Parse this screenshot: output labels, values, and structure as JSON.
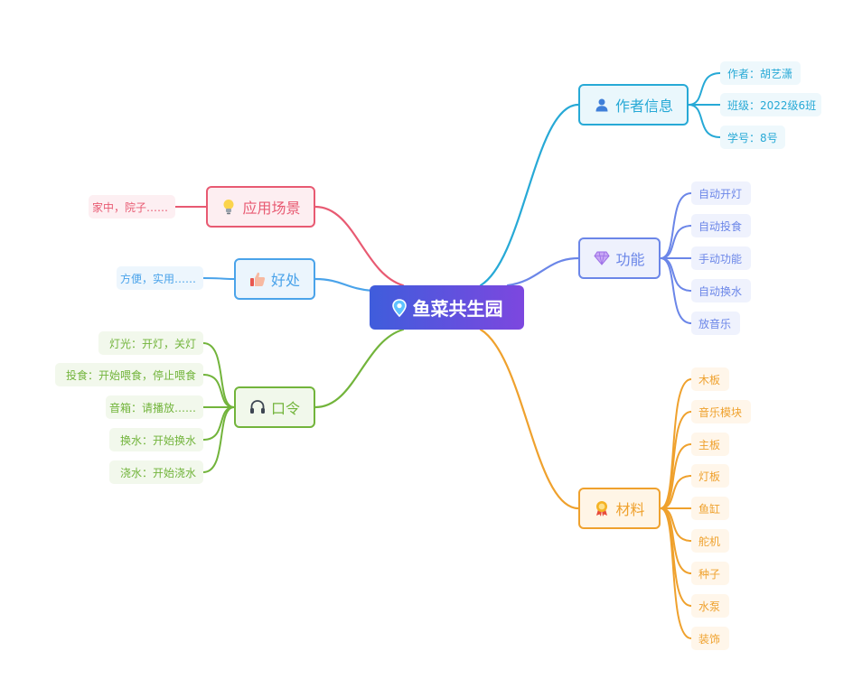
{
  "root": {
    "label": "鱼菜共生园",
    "icon": "location-pin-icon"
  },
  "branches": [
    {
      "key": "author",
      "label": "作者信息",
      "icon": "user-icon",
      "side": "right",
      "color": "#27a9d6",
      "fill": "#eaf7fc",
      "leaf_fill": "#eef8fc",
      "leaves": [
        "作者：胡艺潇",
        "班级：2022级6班",
        "学号：8号"
      ]
    },
    {
      "key": "function",
      "label": "功能",
      "icon": "gem-icon",
      "side": "right",
      "color": "#6b86e8",
      "fill": "#eef1fd",
      "leaf_fill": "#eff2fd",
      "leaves": [
        "自动开灯",
        "自动投食",
        "手动功能",
        "自动换水",
        "放音乐"
      ]
    },
    {
      "key": "materials",
      "label": "材料",
      "icon": "award-icon",
      "side": "right",
      "color": "#efa12d",
      "fill": "#fff5e6",
      "leaf_fill": "#fff6ea",
      "leaves": [
        "木板",
        "音乐模块",
        "主板",
        "灯板",
        "鱼缸",
        "舵机",
        "种子",
        "水泵",
        "装饰"
      ]
    },
    {
      "key": "scene",
      "label": "应用场景",
      "icon": "lightbulb-icon",
      "side": "left",
      "color": "#e85a72",
      "fill": "#fdeef1",
      "leaf_fill": "#fdeff2",
      "leaves": [
        "家中，院子……"
      ]
    },
    {
      "key": "benefit",
      "label": "好处",
      "icon": "thumbs-up-icon",
      "side": "left",
      "color": "#4aa3ea",
      "fill": "#ebf5fd",
      "leaf_fill": "#edf6fd",
      "leaves": [
        "方便，实用……"
      ]
    },
    {
      "key": "command",
      "label": "口令",
      "icon": "headset-icon",
      "side": "left",
      "color": "#72b43b",
      "fill": "#f1f8eb",
      "leaf_fill": "#f2f8ec",
      "leaves": [
        "灯光：开灯，关灯",
        "投食：开始喂食，停止喂食",
        "音箱：请播放……",
        "换水：开始换水",
        "浇水：开始浇水"
      ]
    }
  ]
}
